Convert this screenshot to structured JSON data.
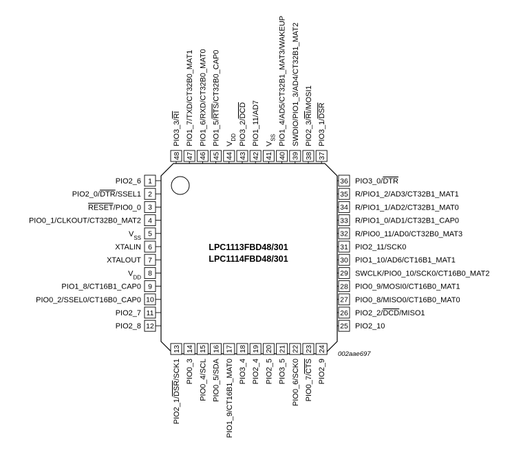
{
  "chip": {
    "part_numbers": [
      "LPC1113FBD48/301",
      "LPC1114FBD48/301"
    ],
    "figure_id": "002aae697"
  },
  "pins": {
    "left": [
      {
        "num": "1",
        "parts": [
          {
            "t": "PIO2_6"
          }
        ]
      },
      {
        "num": "2",
        "parts": [
          {
            "t": "PIO2_0/"
          },
          {
            "t": "DTR",
            "o": true
          },
          {
            "t": "/SSEL1"
          }
        ]
      },
      {
        "num": "3",
        "parts": [
          {
            "t": "RESET",
            "o": true
          },
          {
            "t": "/PIO0_0"
          }
        ]
      },
      {
        "num": "4",
        "parts": [
          {
            "t": "PIO0_1/CLKOUT/CT32B0_MAT2"
          }
        ]
      },
      {
        "num": "5",
        "parts": [
          {
            "t": "V"
          },
          {
            "t": "SS",
            "s": true
          }
        ]
      },
      {
        "num": "6",
        "parts": [
          {
            "t": "XTALIN"
          }
        ]
      },
      {
        "num": "7",
        "parts": [
          {
            "t": "XTALOUT"
          }
        ]
      },
      {
        "num": "8",
        "parts": [
          {
            "t": "V"
          },
          {
            "t": "DD",
            "s": true
          }
        ]
      },
      {
        "num": "9",
        "parts": [
          {
            "t": "PIO1_8/CT16B1_CAP0"
          }
        ]
      },
      {
        "num": "10",
        "parts": [
          {
            "t": "PIO0_2/SSEL0/CT16B0_CAP0"
          }
        ]
      },
      {
        "num": "11",
        "parts": [
          {
            "t": "PIO2_7"
          }
        ]
      },
      {
        "num": "12",
        "parts": [
          {
            "t": "PIO2_8"
          }
        ]
      }
    ],
    "right": [
      {
        "num": "36",
        "parts": [
          {
            "t": "PIO3_0/"
          },
          {
            "t": "DTR",
            "o": true
          }
        ]
      },
      {
        "num": "35",
        "parts": [
          {
            "t": "R/PIO1_2/AD3/CT32B1_MAT1"
          }
        ]
      },
      {
        "num": "34",
        "parts": [
          {
            "t": "R/PIO1_1/AD2/CT32B1_MAT0"
          }
        ]
      },
      {
        "num": "33",
        "parts": [
          {
            "t": "R/PIO1_0/AD1/CT32B1_CAP0"
          }
        ]
      },
      {
        "num": "32",
        "parts": [
          {
            "t": "R/PIO0_11/AD0/CT32B0_MAT3"
          }
        ]
      },
      {
        "num": "31",
        "parts": [
          {
            "t": "PIO2_11/SCK0"
          }
        ]
      },
      {
        "num": "30",
        "parts": [
          {
            "t": "PIO1_10/AD6/CT16B1_MAT1"
          }
        ]
      },
      {
        "num": "29",
        "parts": [
          {
            "t": "SWCLK/PIO0_10/SCK0/CT16B0_MAT2"
          }
        ]
      },
      {
        "num": "28",
        "parts": [
          {
            "t": "PIO0_9/MOSI0/CT16B0_MAT1"
          }
        ]
      },
      {
        "num": "27",
        "parts": [
          {
            "t": "PIO0_8/MISO0/CT16B0_MAT0"
          }
        ]
      },
      {
        "num": "26",
        "parts": [
          {
            "t": "PIO2_2/"
          },
          {
            "t": "DCD",
            "o": true
          },
          {
            "t": "/MISO1"
          }
        ]
      },
      {
        "num": "25",
        "parts": [
          {
            "t": "PIO2_10"
          }
        ]
      }
    ],
    "top": [
      {
        "num": "48",
        "parts": [
          {
            "t": "PIO3_3/"
          },
          {
            "t": "RI",
            "o": true
          }
        ]
      },
      {
        "num": "47",
        "parts": [
          {
            "t": "PIO1_7/TXD/CT32B0_MAT1"
          }
        ]
      },
      {
        "num": "46",
        "parts": [
          {
            "t": "PIO1_6/RXD/CT32B0_MAT0"
          }
        ]
      },
      {
        "num": "45",
        "parts": [
          {
            "t": "PIO1_5/"
          },
          {
            "t": "RTS",
            "o": true
          },
          {
            "t": "/CT32B0_CAP0"
          }
        ]
      },
      {
        "num": "44",
        "parts": [
          {
            "t": "V"
          },
          {
            "t": "DD",
            "s": true
          }
        ]
      },
      {
        "num": "43",
        "parts": [
          {
            "t": "PIO3_2/"
          },
          {
            "t": "DCD",
            "o": true
          }
        ]
      },
      {
        "num": "42",
        "parts": [
          {
            "t": "PIO1_11/AD7"
          }
        ]
      },
      {
        "num": "41",
        "parts": [
          {
            "t": "V"
          },
          {
            "t": "SS",
            "s": true
          }
        ]
      },
      {
        "num": "40",
        "parts": [
          {
            "t": "PIO1_4/AD5/CT32B1_MAT3/WAKEUP"
          }
        ]
      },
      {
        "num": "39",
        "parts": [
          {
            "t": "SWDIO/PIO1_3/AD4/CT32B1_MAT2"
          }
        ]
      },
      {
        "num": "38",
        "parts": [
          {
            "t": "PIO2_3/"
          },
          {
            "t": "RI",
            "o": true
          },
          {
            "t": "/MOSI1"
          }
        ]
      },
      {
        "num": "37",
        "parts": [
          {
            "t": "PIO3_1/"
          },
          {
            "t": "DSR",
            "o": true
          }
        ]
      }
    ],
    "bottom": [
      {
        "num": "13",
        "parts": [
          {
            "t": "PIO2_1/"
          },
          {
            "t": "DSR",
            "o": true
          },
          {
            "t": "/SCK1"
          }
        ]
      },
      {
        "num": "14",
        "parts": [
          {
            "t": "PIO0_3"
          }
        ]
      },
      {
        "num": "15",
        "parts": [
          {
            "t": "PIO0_4/SCL"
          }
        ]
      },
      {
        "num": "16",
        "parts": [
          {
            "t": "PIO0_5/SDA"
          }
        ]
      },
      {
        "num": "17",
        "parts": [
          {
            "t": "PIO1_9/CT16B1_MAT0"
          }
        ]
      },
      {
        "num": "18",
        "parts": [
          {
            "t": "PIO3_4"
          }
        ]
      },
      {
        "num": "19",
        "parts": [
          {
            "t": "PIO2_4"
          }
        ]
      },
      {
        "num": "20",
        "parts": [
          {
            "t": "PIO2_5"
          }
        ]
      },
      {
        "num": "21",
        "parts": [
          {
            "t": "PIO3_5"
          }
        ]
      },
      {
        "num": "22",
        "parts": [
          {
            "t": "PIO0_6/SCK0"
          }
        ]
      },
      {
        "num": "23",
        "parts": [
          {
            "t": "PIO0_7/"
          },
          {
            "t": "CTS",
            "o": true
          }
        ]
      },
      {
        "num": "24",
        "parts": [
          {
            "t": "PIO2_9"
          }
        ]
      }
    ]
  }
}
